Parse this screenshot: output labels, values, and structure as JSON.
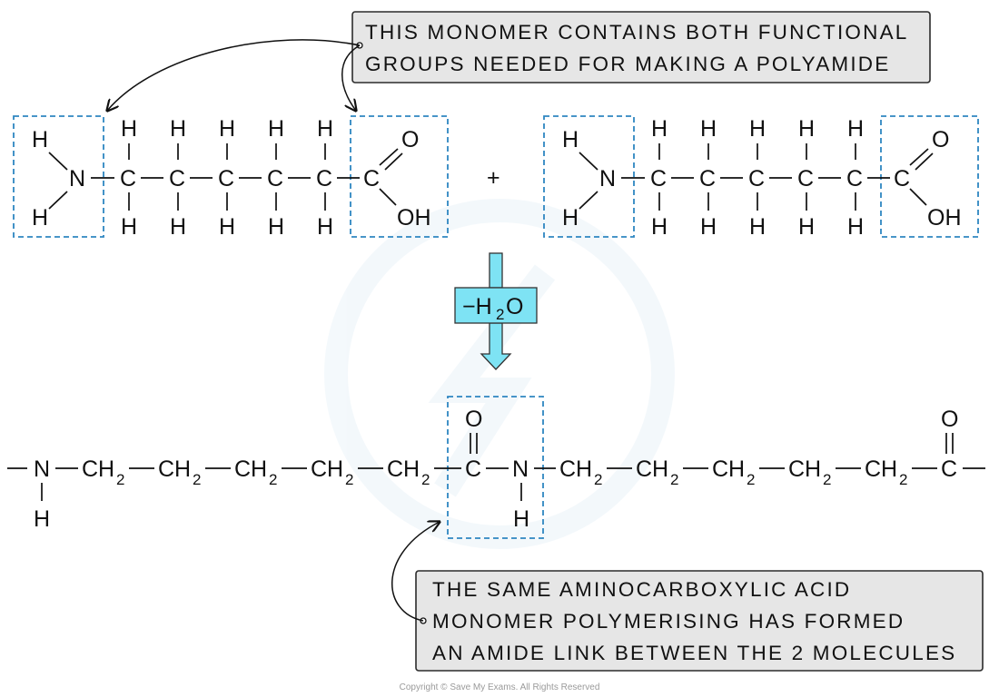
{
  "callouts": {
    "top_line1": "THIS MONOMER CONTAINS BOTH FUNCTIONAL",
    "top_line2": "GROUPS NEEDED FOR MAKING A POLYAMIDE",
    "bottom_line1": "THE SAME AMINOCARBOXYLIC ACID",
    "bottom_line2": "MONOMER POLYMERISING HAS FORMED",
    "bottom_line3": "AN AMIDE LINK BETWEEN THE 2 MOLECULES"
  },
  "atoms": {
    "H": "H",
    "N": "N",
    "C": "C",
    "O": "O",
    "OH": "OH",
    "CH": "CH",
    "sub2": "2"
  },
  "reaction": {
    "plus": "+",
    "removed_label": "−H",
    "removed_sub": "2",
    "removed_tail": "O"
  },
  "colors": {
    "dashed_box": "#2e86c1",
    "arrow_fill": "#7ee3f4",
    "callout_fill": "#e6e6e6"
  },
  "copyright": "Copyright © Save My Exams. All Rights Reserved"
}
